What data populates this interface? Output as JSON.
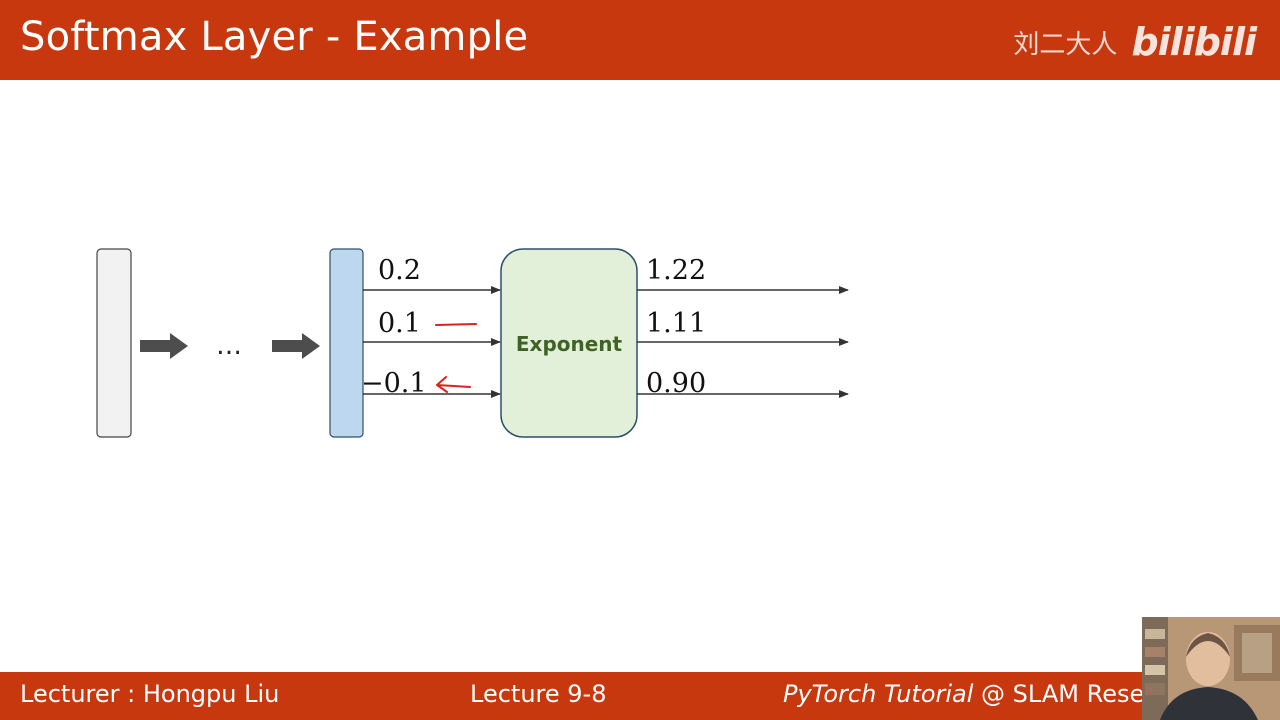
{
  "header": {
    "title": "Softmax Layer - Example",
    "brand_name": "刘二大人",
    "brand_logo": "bilibili"
  },
  "diagram": {
    "ellipsis": "…",
    "box_label": "Exponent",
    "inputs": [
      "0.2",
      "0.1",
      "−0.1"
    ],
    "outputs": [
      "1.22",
      "1.11",
      "0.90"
    ],
    "colors": {
      "input_layer": "#f2f2f2",
      "logit_layer": "#bdd7ee",
      "exponent_box": "#e2f0d9",
      "exponent_border": "#2e4f6a",
      "annotation": "#e02020",
      "header_footer": "#c8380f"
    }
  },
  "footer": {
    "lecturer": "Lecturer : Hongpu Liu",
    "lecture": "Lecture 9-8",
    "course_italic": "PyTorch Tutorial",
    "course_rest": " @ SLAM Resea"
  }
}
